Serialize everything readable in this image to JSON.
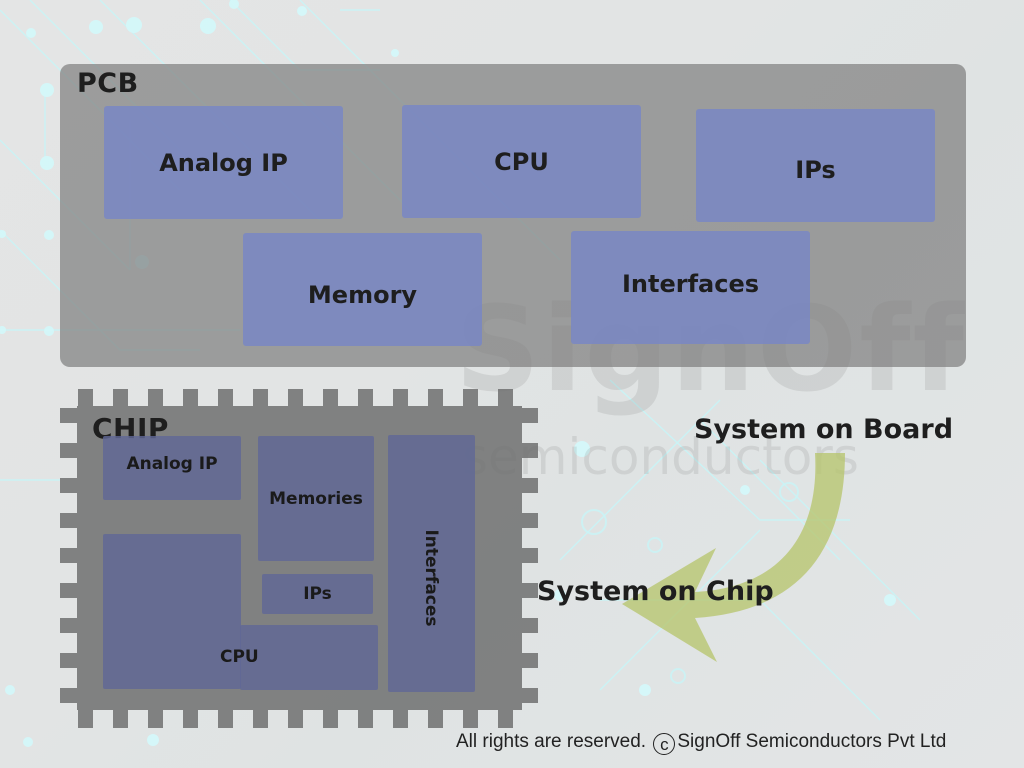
{
  "watermark": {
    "line1": "SignOff",
    "line2": "semiconductors"
  },
  "pcb": {
    "title": "PCB",
    "blocks": [
      "Analog IP",
      "CPU",
      "IPs",
      "Memory",
      "Interfaces"
    ]
  },
  "chip": {
    "title": "CHIP",
    "blocks": {
      "analog_ip": "Analog IP",
      "memories": "Memories",
      "ips": "IPs",
      "cpu": "CPU",
      "interfaces": "Interfaces"
    }
  },
  "transition": {
    "from_label": "System on Board",
    "to_label": "System on Chip",
    "arrow_icon": "curved-arrow-left-icon",
    "arrow_color": "#b5c46a"
  },
  "footer": {
    "prefix": "All rights are reserved.",
    "copyright_symbol": "c",
    "company": "SignOff Semiconductors Pvt Ltd"
  },
  "colors": {
    "pcb_fill": "#9c9d9d",
    "block_fill": "#8690c0",
    "chip_fill": "#7a7c7c",
    "chip_block_fill": "#636a94"
  }
}
